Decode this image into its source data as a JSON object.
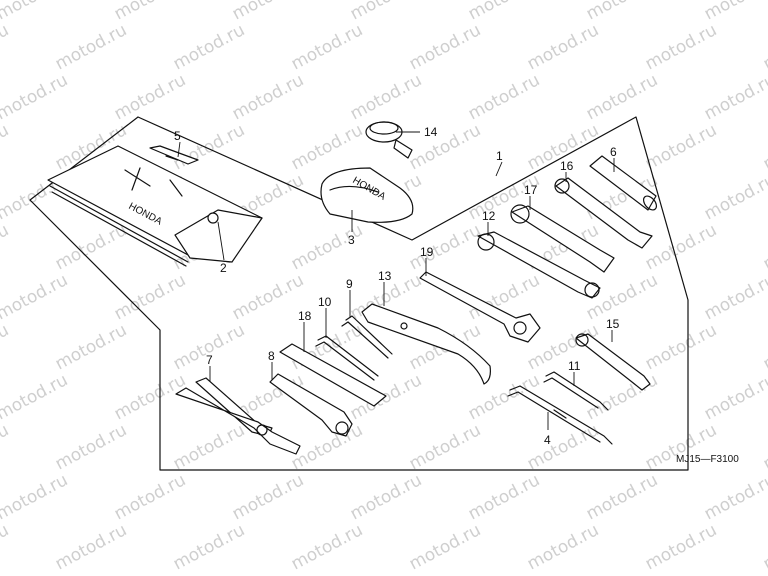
{
  "diagram": {
    "code": "MJ15—F3100",
    "watermark": "motod.ru",
    "callouts": [
      {
        "id": "c1",
        "label": "1"
      },
      {
        "id": "c2",
        "label": "2"
      },
      {
        "id": "c3",
        "label": "3"
      },
      {
        "id": "c4",
        "label": "4"
      },
      {
        "id": "c5",
        "label": "5"
      },
      {
        "id": "c6",
        "label": "6"
      },
      {
        "id": "c7",
        "label": "7"
      },
      {
        "id": "c8",
        "label": "8"
      },
      {
        "id": "c9",
        "label": "9"
      },
      {
        "id": "c10",
        "label": "10"
      },
      {
        "id": "c11",
        "label": "11"
      },
      {
        "id": "c12",
        "label": "12"
      },
      {
        "id": "c13",
        "label": "13"
      },
      {
        "id": "c14",
        "label": "14"
      },
      {
        "id": "c15",
        "label": "15"
      },
      {
        "id": "c16",
        "label": "16"
      },
      {
        "id": "c17",
        "label": "17"
      },
      {
        "id": "c18",
        "label": "18"
      },
      {
        "id": "c19",
        "label": "19"
      }
    ],
    "parts_text": {
      "bag_logo": "HONDA",
      "case_logo": "HONDA"
    }
  }
}
